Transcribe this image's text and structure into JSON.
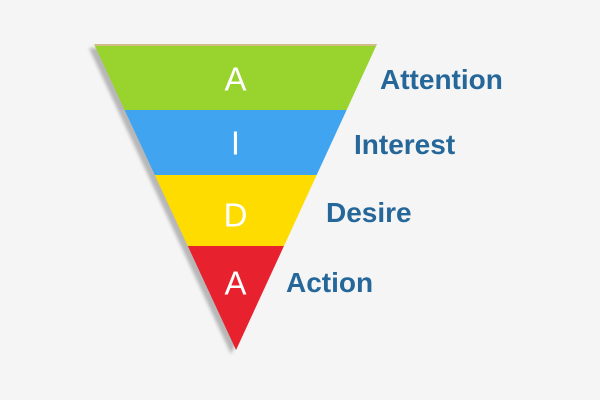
{
  "diagram": {
    "name": "AIDA inverted funnel",
    "stages": [
      {
        "letter": "A",
        "label": "Attention",
        "color": "#99D32E"
      },
      {
        "letter": "I",
        "label": "Interest",
        "color": "#40A4F0"
      },
      {
        "letter": "D",
        "label": "Desire",
        "color": "#FFDC00"
      },
      {
        "letter": "A",
        "label": "Action",
        "color": "#E8212E"
      }
    ],
    "colors": {
      "background": "#F5F5F6",
      "stage_letter": "#FFFFFF",
      "label_text": "#26679A",
      "top_edge": "#D2BC86"
    }
  }
}
